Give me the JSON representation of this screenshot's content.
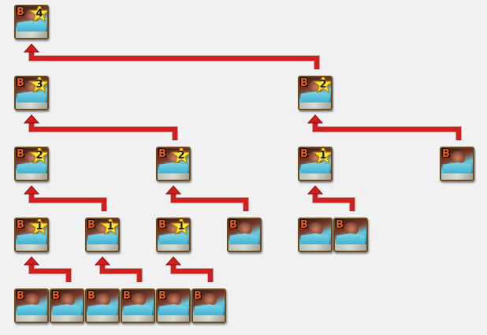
{
  "colors": {
    "connector": "#d01f1f",
    "connector_dark": "#8f0d0d",
    "star": "#ffe23a",
    "star_edge": "#b88a00"
  },
  "card_rank_label": "B",
  "cards": {
    "l0_a": {
      "stars": "4"
    },
    "l1_a": {
      "stars": "3"
    },
    "l1_b": {
      "stars": "2"
    },
    "l2_a": {
      "stars": "2"
    },
    "l2_b": {
      "stars": "2"
    },
    "l2_c": {
      "stars": "1"
    },
    "l2_d": {
      "stars": ""
    },
    "l3_a": {
      "stars": "1"
    },
    "l3_b": {
      "stars": "1"
    },
    "l3_c": {
      "stars": "1"
    },
    "l3_d": {
      "stars": ""
    },
    "l3_e": {
      "stars": ""
    },
    "l3_f": {
      "stars": ""
    },
    "l4_a": {
      "stars": ""
    },
    "l4_b": {
      "stars": ""
    },
    "l4_c": {
      "stars": ""
    },
    "l4_d": {
      "stars": ""
    },
    "l4_e": {
      "stars": ""
    },
    "l4_f": {
      "stars": ""
    }
  }
}
